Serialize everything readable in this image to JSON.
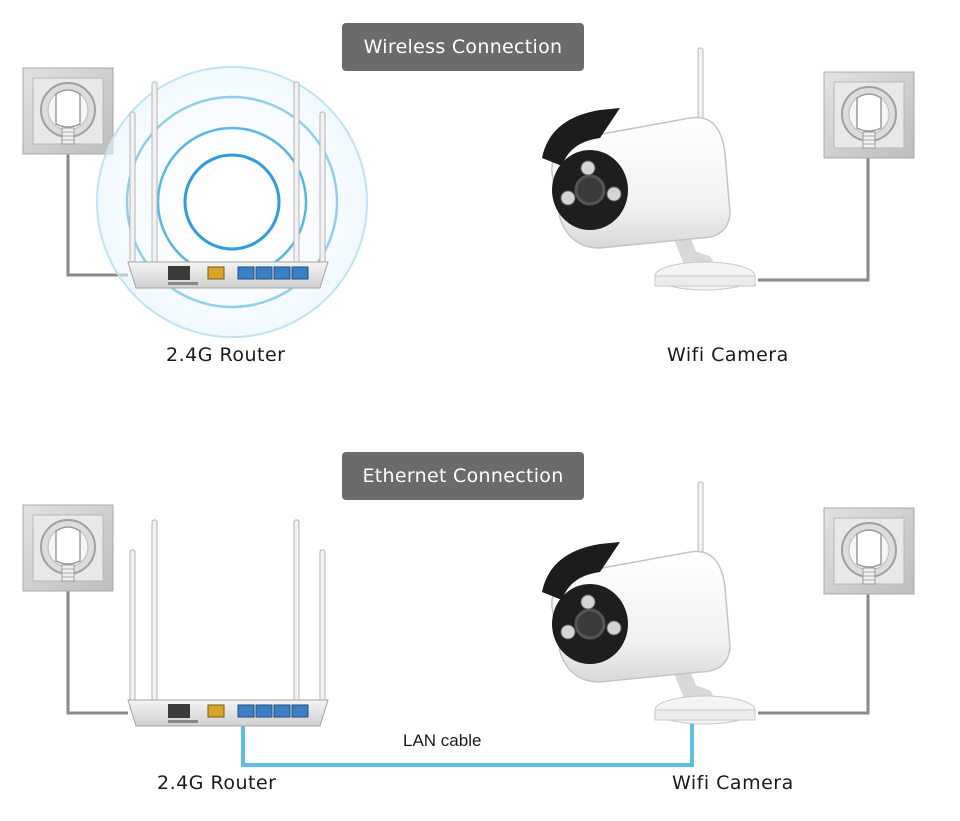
{
  "sections": {
    "wireless": {
      "title": "Wireless Connection",
      "router_label": "2.4G Router",
      "camera_label": "Wifi Camera"
    },
    "ethernet": {
      "title": "Ethernet Connection",
      "router_label": "2.4G Router",
      "camera_label": "Wifi Camera",
      "cable_label": "LAN cable"
    }
  },
  "colors": {
    "title_background": "#6b6b6b",
    "wifi_rings": "#3aa7d8",
    "lan_cable": "#5bc0e6",
    "power_cord": "#8a8a8a",
    "socket_plate": "#d2d2d2"
  },
  "icons": [
    "power-socket-icon",
    "router-icon",
    "wifi-signal-icon",
    "camera-icon",
    "lan-cable-icon"
  ]
}
